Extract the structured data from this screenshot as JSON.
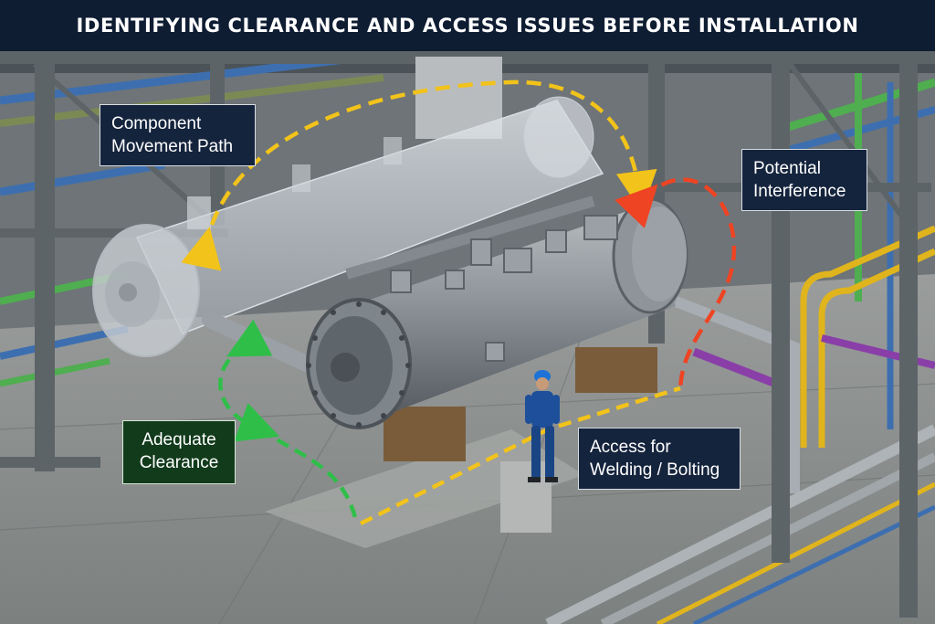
{
  "header": {
    "title": "IDENTIFYING CLEARANCE AND ACCESS ISSUES BEFORE INSTALLATION"
  },
  "callouts": {
    "movement": {
      "line1": "Component",
      "line2": "Movement Path"
    },
    "interference": {
      "line1": "Potential",
      "line2": "Interference"
    },
    "clearance": {
      "line1": "Adequate",
      "line2": "Clearance"
    },
    "access": {
      "line1": "Access for",
      "line2": "Welding / Bolting"
    }
  },
  "colors": {
    "title_bar": "#0f1d33",
    "callout_navy": "#15243d",
    "callout_green": "#123b1c",
    "movement_path": "#f2c31a",
    "interference": "#ee4423",
    "clearance": "#2fbf49",
    "access_path": "#f2c31a",
    "worker_helmet": "#1f73d6",
    "worker_suit": "#1d4f9a"
  },
  "icons": {
    "worker": "worker-figure-icon",
    "arrowheads": "arrowhead-icon"
  }
}
